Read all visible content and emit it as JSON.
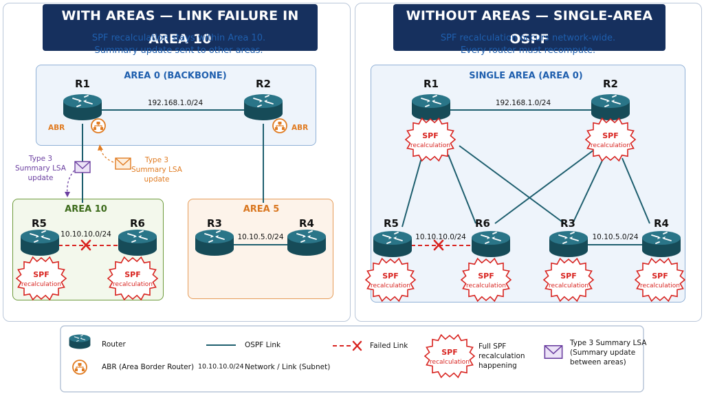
{
  "left": {
    "banner": "WITH AREAS — LINK FAILURE IN AREA 10",
    "subtitle_line1": "SPF recalculation stays within Area 10.",
    "subtitle_line2": "Summary update sent to other areas.",
    "area0_title": "AREA 0 (BACKBONE)",
    "area10_title": "AREA 10",
    "area5_title": "AREA 5",
    "routers": [
      "R1",
      "R2",
      "R3",
      "R4",
      "R5",
      "R6"
    ],
    "abr_label": "ABR",
    "net_backbone": "192.168.1.0/24",
    "net_area10": "10.10.10.0/24",
    "net_area5": "10.10.5.0/24",
    "lsa_left": [
      "Type 3",
      "Summary LSA",
      "update"
    ],
    "lsa_right": [
      "Type 3",
      "Summary LSA",
      "update"
    ],
    "spf_line1": "SPF",
    "spf_line2": "recalculation"
  },
  "right": {
    "banner": "WITHOUT AREAS — SINGLE-AREA OSPF",
    "subtitle_line1": "SPF recalculation occurs network-wide.",
    "subtitle_line2": "Every router must recompute.",
    "area_title": "SINGLE AREA (AREA 0)",
    "routers": [
      "R1",
      "R2",
      "R5",
      "R6",
      "R3",
      "R4"
    ],
    "net_r1r2": "192.168.1.0/24",
    "net_r5r6": "10.10.10.0/24",
    "net_r3r4": "10.10.5.0/24",
    "spf_line1": "SPF",
    "spf_line2": "recalculation"
  },
  "legend": {
    "router": "Router",
    "abr": "ABR (Area Border Router)",
    "ospf_link": "OSPF Link",
    "subnet_example": "10.10.10.0/24",
    "subnet_label": "Network / Link (Subnet)",
    "failed_link": "Failed Link",
    "spf_line1": "SPF",
    "spf_line2": "recalculation",
    "full_spf": [
      "Full SPF",
      "recalculation",
      "happening"
    ],
    "lsa": [
      "Type 3 Summary LSA",
      "(Summary update",
      "between areas)"
    ]
  },
  "colors": {
    "banner": "#16305e",
    "router": "#1d5e6e",
    "link": "#1d5e6e",
    "failed": "#d8231f",
    "area0_fill": "#eef4fb",
    "area10_fill": "#f3f8ec",
    "area10_border": "#6c9a3a",
    "area5_fill": "#fdf3ea",
    "area5_border": "#e59a55",
    "abr": "#e07b21",
    "lsa_purple": "#6b3fa0",
    "lsa_orange": "#e07b21"
  }
}
